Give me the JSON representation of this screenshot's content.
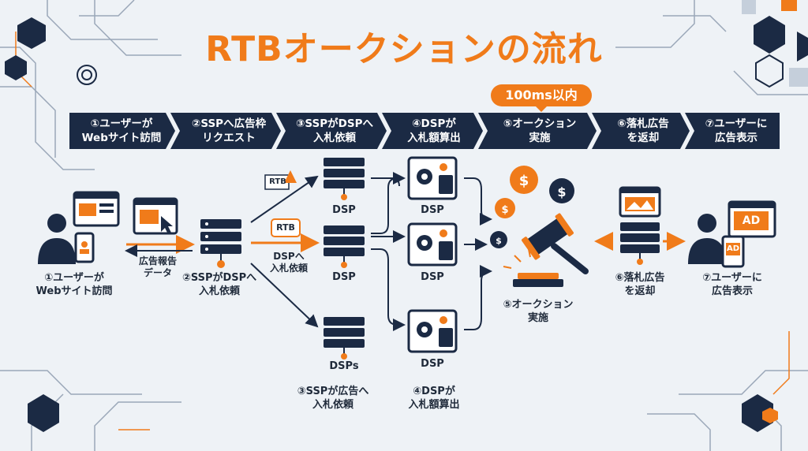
{
  "title": "RTBオークションの流れ",
  "time_pill": "100ms以内",
  "steps": [
    "①ユーザーが\nWebサイト訪問",
    "②SSPへ広告枠\nリクエスト",
    "③SSPがDSPへ\n入札依頼",
    "④DSPが\n入札額算出",
    "⑤オークション\n実施",
    "⑥落札広告\nを返却",
    "⑦ユーザーに\n広告表示"
  ],
  "labels": {
    "user": "①ユーザーが\nWebサイト訪問",
    "report_data": "広告報告\nデータ",
    "ssp": "②SSPがDSPへ\n入札依頼",
    "dsp_request": "DSPへ\n入札依頼",
    "rtb_top": "RTB",
    "rtb_mid": "RTB",
    "dsp_top": "DSP",
    "dsp_mid": "DSP",
    "dsp_bottom": "DSPs",
    "bid_top": "DSP",
    "bid_mid": "DSP",
    "bid_bottom": "DSP",
    "ssp_bottom": "③SSPが広告へ\n入札依頼",
    "dsp_calc_bottom": "④DSPが\n入札額算出",
    "auction": "⑤オークション\n実施",
    "return_ad": "⑥落札広告\nを返却",
    "show_ad": "⑦ユーザーに\n広告表示",
    "ad_big": "AD",
    "ad_small": "AD"
  },
  "colors": {
    "navy": "#1b2a44",
    "orange": "#f07b1a",
    "dark": "#1f2a3a",
    "background": "#eef2f6"
  }
}
